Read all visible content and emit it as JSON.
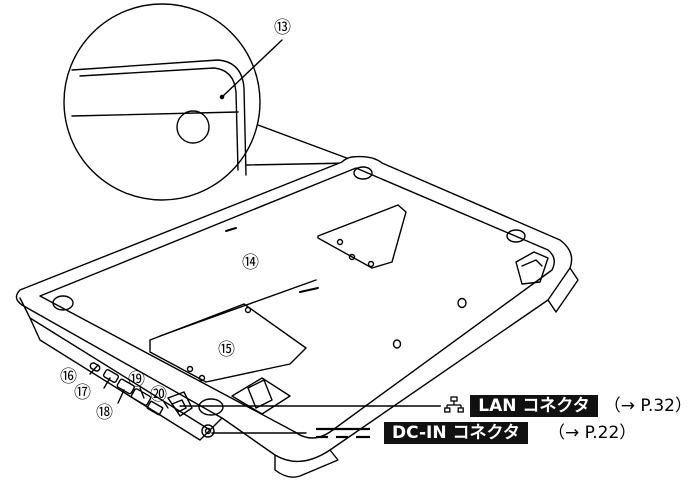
{
  "callouts": {
    "c13": "⑬",
    "c14": "⑭",
    "c15": "⑮",
    "c16": "⑯",
    "c17": "⑰",
    "c18": "⑱",
    "c19": "⑲",
    "c20": "⑳"
  },
  "labels": {
    "lan": {
      "tag": "LAN コネクタ",
      "ref": "（→ P.32）",
      "icon": "network-icon"
    },
    "dcin": {
      "tag": "DC-IN コネクタ",
      "ref": "（→ P.22）",
      "icon": "dc-power-icon"
    }
  },
  "colors": {
    "line": "#000000",
    "tag_bg": "#111111",
    "tag_text": "#ffffff"
  }
}
